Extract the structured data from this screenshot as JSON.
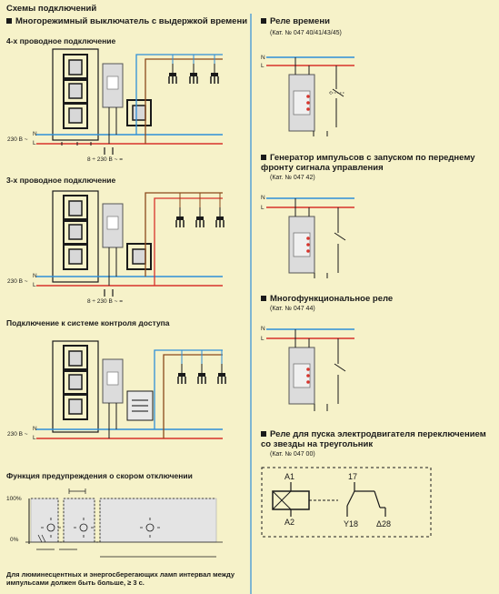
{
  "header": {
    "title": "Схемы подключений"
  },
  "left": {
    "main_heading": "Многорежимный выключатель с выдержкой времени",
    "wiring4": {
      "title": "4-х проводное подключение",
      "supply": "230 В ~",
      "label_n": "N",
      "label_l": "L",
      "bottom": "8 ÷ 230 В ~ ="
    },
    "wiring3": {
      "title": "3-х проводное подключение",
      "supply": "230 В ~",
      "label_n": "N",
      "label_l": "L",
      "bottom": "8 ÷ 230 В ~ ="
    },
    "access": {
      "title": "Подключение к системе контроля доступа",
      "supply": "230 В ~",
      "label_n": "N",
      "label_l": "L"
    },
    "warning": {
      "title": "Функция предупреждения о скором отключении",
      "y_top": "100%",
      "y_bottom": "0%",
      "note": "Для люминесцентных и энергосберегающих ламп интервал между импульсами должен быть больше, ≥ 3 с."
    }
  },
  "right": {
    "relay_time": {
      "title": "Реле времени",
      "cat": "(Кат. № 047 40/41/43/45)",
      "label_n": "N",
      "label_l": "L"
    },
    "pulse_gen": {
      "title": "Генератор импульсов с запуском по переднему фронту сигнала управления",
      "cat": "(Кат. № 047 42)",
      "label_n": "N",
      "label_l": "L"
    },
    "multi": {
      "title": "Многофункциональное реле",
      "cat": "(Кат. № 047 44)",
      "label_n": "N",
      "label_l": "L"
    },
    "star_delta": {
      "title": "Реле для пуска электродвигателя переключением со звезды на треугольник",
      "cat": "(Кат. № 047 00)",
      "a1": "A1",
      "a2": "A2",
      "t17": "17",
      "y18": "Y18",
      "d28": "Δ28"
    }
  },
  "colors": {
    "background": "#f6f2c9",
    "wire_blue": "#2f8fd8",
    "wire_red": "#d7332b",
    "wire_brown": "#8b4a1c",
    "device": "#dcdcdc",
    "highlight": "#e4e4e4"
  }
}
